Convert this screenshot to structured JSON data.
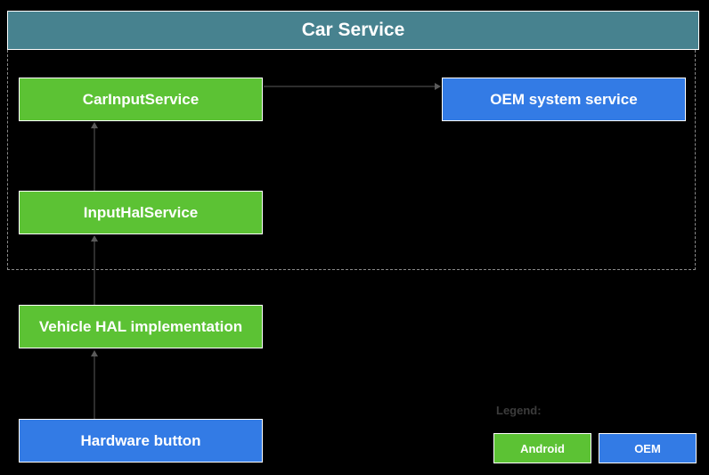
{
  "title": "Car Service",
  "colors": {
    "background": "#000000",
    "header_teal": "#47828F",
    "android_green": "#5CC234",
    "oem_blue": "#337BE5",
    "arrow_gray": "#5a5a5a",
    "dashed_border_gray": "#8a8a8a",
    "legend_label_gray": "#3c3c3c",
    "node_text": "#ffffff"
  },
  "nodes": [
    {
      "id": "car-input-service",
      "label": "CarInputService",
      "type": "android"
    },
    {
      "id": "oem-system-service",
      "label": "OEM system service",
      "type": "oem"
    },
    {
      "id": "input-hal-service",
      "label": "InputHalService",
      "type": "android"
    },
    {
      "id": "vehicle-hal-implementation",
      "label": "Vehicle HAL implementation",
      "type": "android"
    },
    {
      "id": "hardware-button",
      "label": "Hardware button",
      "type": "oem"
    }
  ],
  "edges": [
    {
      "from": "hardware-button",
      "to": "vehicle-hal-implementation"
    },
    {
      "from": "vehicle-hal-implementation",
      "to": "input-hal-service"
    },
    {
      "from": "input-hal-service",
      "to": "car-input-service"
    },
    {
      "from": "car-input-service",
      "to": "oem-system-service"
    }
  ],
  "legend": {
    "label": "Legend:",
    "items": [
      {
        "label": "Android",
        "type": "android"
      },
      {
        "label": "OEM",
        "type": "oem"
      }
    ]
  }
}
